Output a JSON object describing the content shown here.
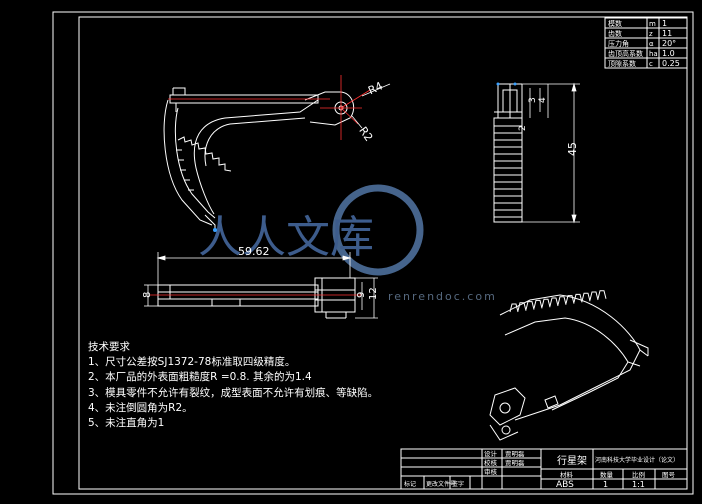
{
  "params": [
    {
      "label": "模数",
      "sym": "m",
      "val": "1"
    },
    {
      "label": "齿数",
      "sym": "z",
      "val": "11"
    },
    {
      "label": "压力角",
      "sym": "α",
      "val": "20°"
    },
    {
      "label": "齿顶高系数",
      "sym": "ha",
      "val": "1.0"
    },
    {
      "label": "顶隙系数",
      "sym": "c",
      "val": "0.25"
    }
  ],
  "dims": {
    "r_top": "R4",
    "r_side": "R2",
    "length": "59.62",
    "h_left": "8",
    "h_mid": "9",
    "h_right": "12",
    "side_a": "3",
    "side_b": "4",
    "side_c": "2",
    "height": "45"
  },
  "notes": {
    "title": "技术要求",
    "items": [
      "1、尺寸公差按SJ1372-78标准取四级精度。",
      "2、本厂品的外表面粗糙度R =0.8. 其余的为1.4",
      "3、模具零件不允许有裂纹，成型表面不允许有划痕、等缺陷。",
      "4、未注倒圆角为R2。",
      "5、未注直角为1"
    ]
  },
  "title_block": {
    "part_name": "行星架",
    "drawing_no": "河南科技大学毕业设计（论文）",
    "material": "ABS",
    "qty": "1",
    "scale": "1:1",
    "roles": [
      "设计",
      "校核",
      "审核"
    ],
    "names": [
      "贾明磊",
      "贾明磊",
      ""
    ],
    "bottom_labels": [
      "标记",
      "更改文件号",
      "签字"
    ],
    "col_labels": [
      "材料",
      "数量",
      "比例",
      "图号"
    ]
  },
  "watermark": {
    "text": "人人文库",
    "url": "renrendoc.com"
  }
}
